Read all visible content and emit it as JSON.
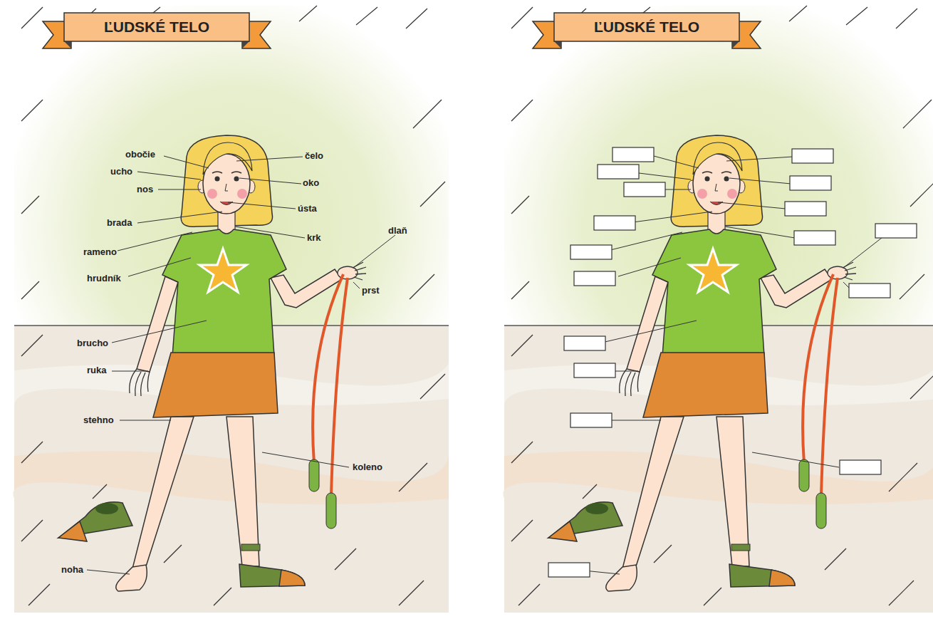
{
  "diagram": {
    "title": "ĽUDSKÉ TELO",
    "labels": [
      "ĽUDSKÉ TELO",
      "obočie",
      "čelo",
      "ucho",
      "oko",
      "nos",
      "ústa",
      "brada",
      "krk",
      "rameno",
      "dlaň",
      "hrudník",
      "prst",
      "brucho",
      "ruka",
      "stehno",
      "koleno",
      "noha"
    ]
  }
}
